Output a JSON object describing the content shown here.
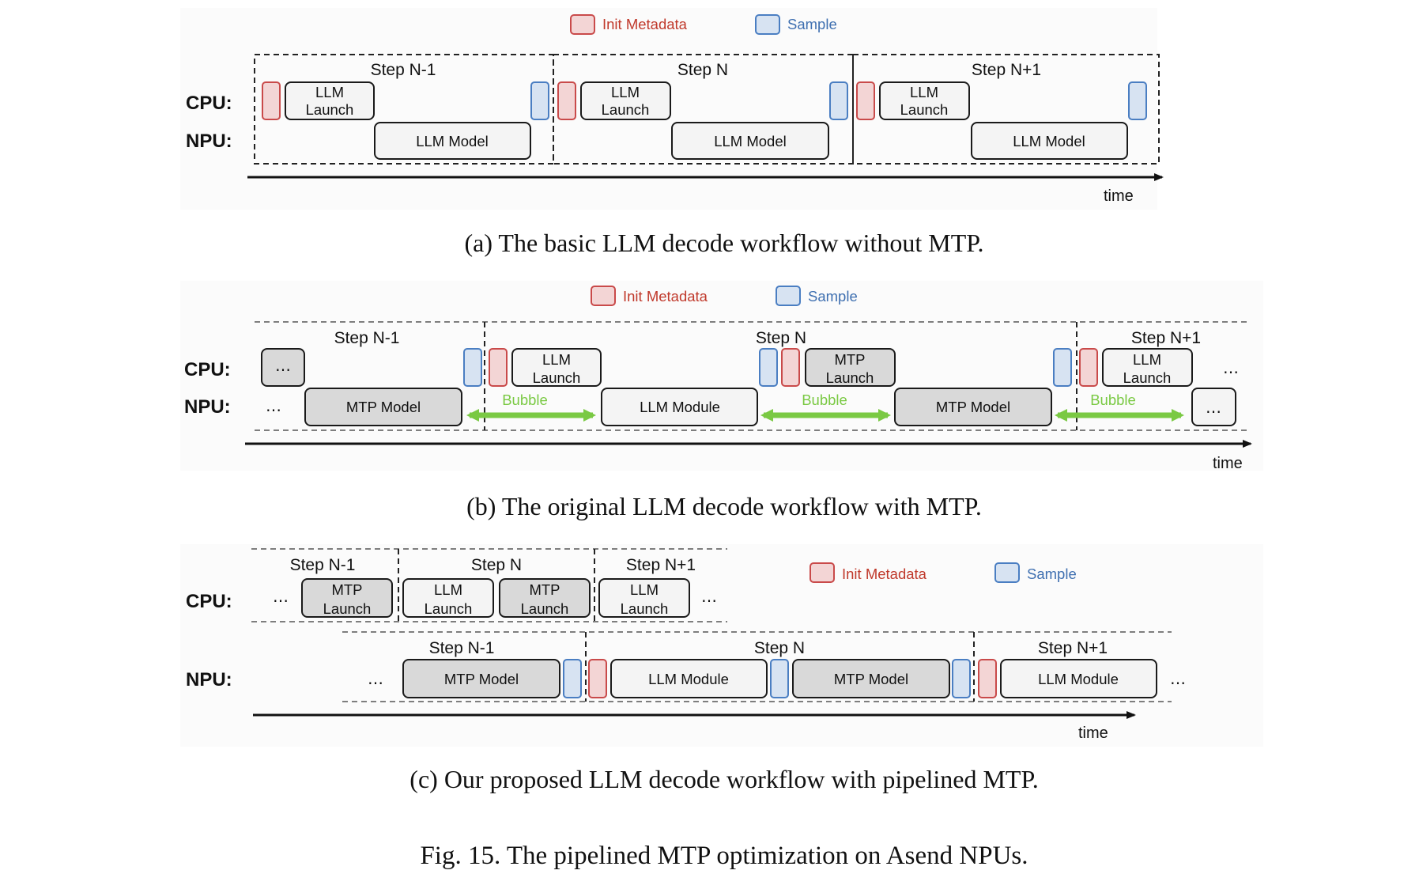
{
  "legend": {
    "init_metadata": "Init Metadata",
    "sample": "Sample"
  },
  "rows": {
    "cpu": "CPU:",
    "npu": "NPU:"
  },
  "steps": {
    "prev": "Step N-1",
    "curr": "Step N",
    "next": "Step N+1"
  },
  "boxes": {
    "llm": "LLM",
    "mtp": "MTP",
    "launch": "Launch",
    "llm_model": "LLM Model",
    "mtp_model": "MTP Model",
    "llm_module": "LLM Module",
    "ellipsis": "…"
  },
  "bubble": "Bubble",
  "time": "time",
  "captions": {
    "a": "(a) The basic LLM decode workflow without MTP.",
    "b": "(b) The original LLM decode workflow with MTP.",
    "c": "(c) Our proposed LLM decode workflow with pipelined MTP.",
    "figure": "Fig. 15.  The pipelined MTP optimization on Asend NPUs."
  },
  "colors": {
    "init_metadata": "#c94a4a",
    "sample": "#4a7ec2",
    "bubble": "#7ac943"
  }
}
